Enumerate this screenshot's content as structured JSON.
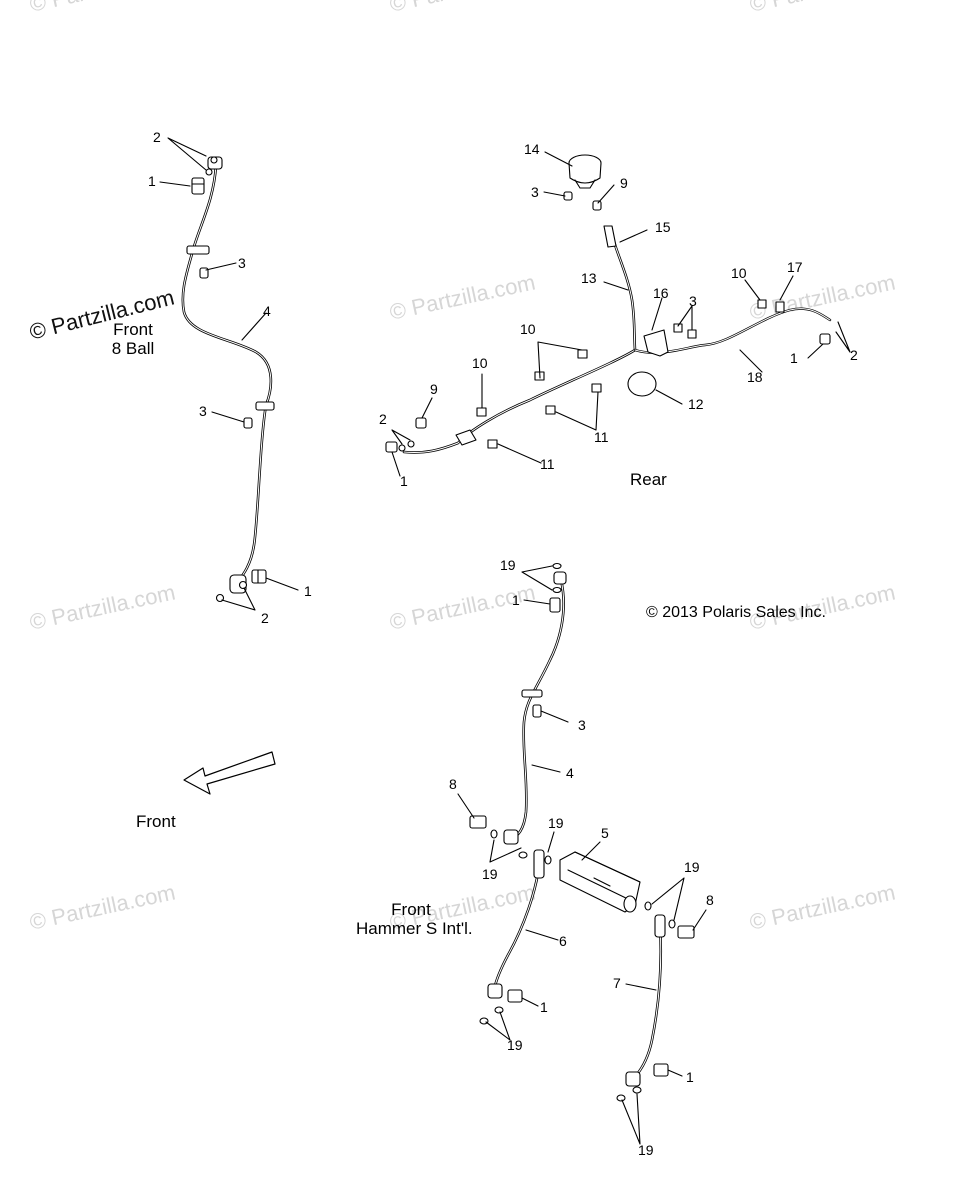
{
  "watermark": "© Partzilla.com",
  "watermark_primary": "© Partzilla.com",
  "captions": {
    "front_8ball_line1": "Front",
    "front_8ball_line2": "8 Ball",
    "rear": "Rear",
    "front_arrow": "Front",
    "hammer_line1": "Front",
    "hammer_line2": "Hammer S Int'l."
  },
  "copyright": "© 2013 Polaris Sales Inc.",
  "callouts": [
    {
      "id": "c1",
      "text": "2"
    },
    {
      "id": "c2",
      "text": "1"
    },
    {
      "id": "c3",
      "text": "3"
    },
    {
      "id": "c4",
      "text": "4"
    },
    {
      "id": "c5",
      "text": "3"
    },
    {
      "id": "c6",
      "text": "1"
    },
    {
      "id": "c7",
      "text": "2"
    },
    {
      "id": "c8",
      "text": "14"
    },
    {
      "id": "c9",
      "text": "3"
    },
    {
      "id": "c10",
      "text": "9"
    },
    {
      "id": "c11",
      "text": "15"
    },
    {
      "id": "c12",
      "text": "13"
    },
    {
      "id": "c13",
      "text": "16"
    },
    {
      "id": "c14",
      "text": "3"
    },
    {
      "id": "c15",
      "text": "10"
    },
    {
      "id": "c16",
      "text": "17"
    },
    {
      "id": "c17",
      "text": "10"
    },
    {
      "id": "c18",
      "text": "10"
    },
    {
      "id": "c19",
      "text": "9"
    },
    {
      "id": "c20",
      "text": "2"
    },
    {
      "id": "c21",
      "text": "1"
    },
    {
      "id": "c22",
      "text": "11"
    },
    {
      "id": "c23",
      "text": "11"
    },
    {
      "id": "c24",
      "text": "12"
    },
    {
      "id": "c25",
      "text": "18"
    },
    {
      "id": "c26",
      "text": "1"
    },
    {
      "id": "c27",
      "text": "2"
    },
    {
      "id": "c28",
      "text": "19"
    },
    {
      "id": "c29",
      "text": "1"
    },
    {
      "id": "c30",
      "text": "3"
    },
    {
      "id": "c31",
      "text": "4"
    },
    {
      "id": "c32",
      "text": "8"
    },
    {
      "id": "c33",
      "text": "19"
    },
    {
      "id": "c34",
      "text": "19"
    },
    {
      "id": "c35",
      "text": "5"
    },
    {
      "id": "c36",
      "text": "19"
    },
    {
      "id": "c37",
      "text": "8"
    },
    {
      "id": "c38",
      "text": "6"
    },
    {
      "id": "c39",
      "text": "1"
    },
    {
      "id": "c40",
      "text": "19"
    },
    {
      "id": "c41",
      "text": "7"
    },
    {
      "id": "c42",
      "text": "1"
    },
    {
      "id": "c43",
      "text": "19"
    }
  ]
}
